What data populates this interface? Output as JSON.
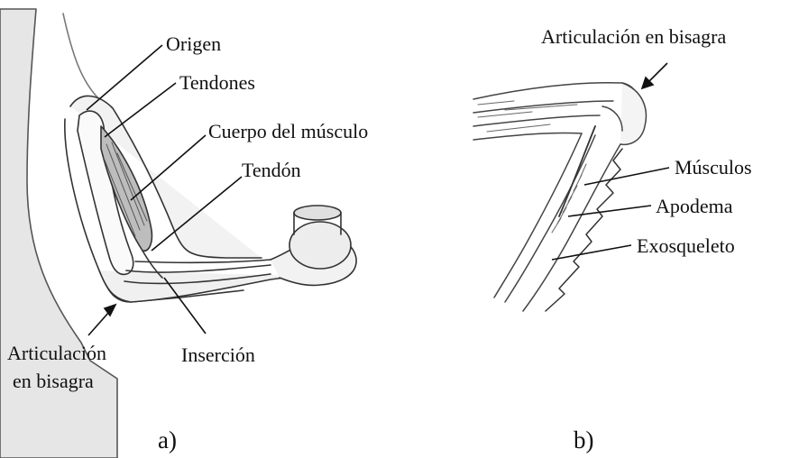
{
  "panel_a": {
    "labels": {
      "origen": "Origen",
      "tendones": "Tendones",
      "cuerpo": "Cuerpo del músculo",
      "tendon": "Tendón",
      "insercion": "Inserción",
      "articulacion_line1": "Articulación",
      "articulacion_line2": "en bisagra"
    },
    "caption": "a)"
  },
  "panel_b": {
    "labels": {
      "articulacion": "Articulación en bisagra",
      "musculos": "Músculos",
      "apodema": "Apodema",
      "exoesqueleto": "Exosqueleto"
    },
    "caption": "b)"
  }
}
